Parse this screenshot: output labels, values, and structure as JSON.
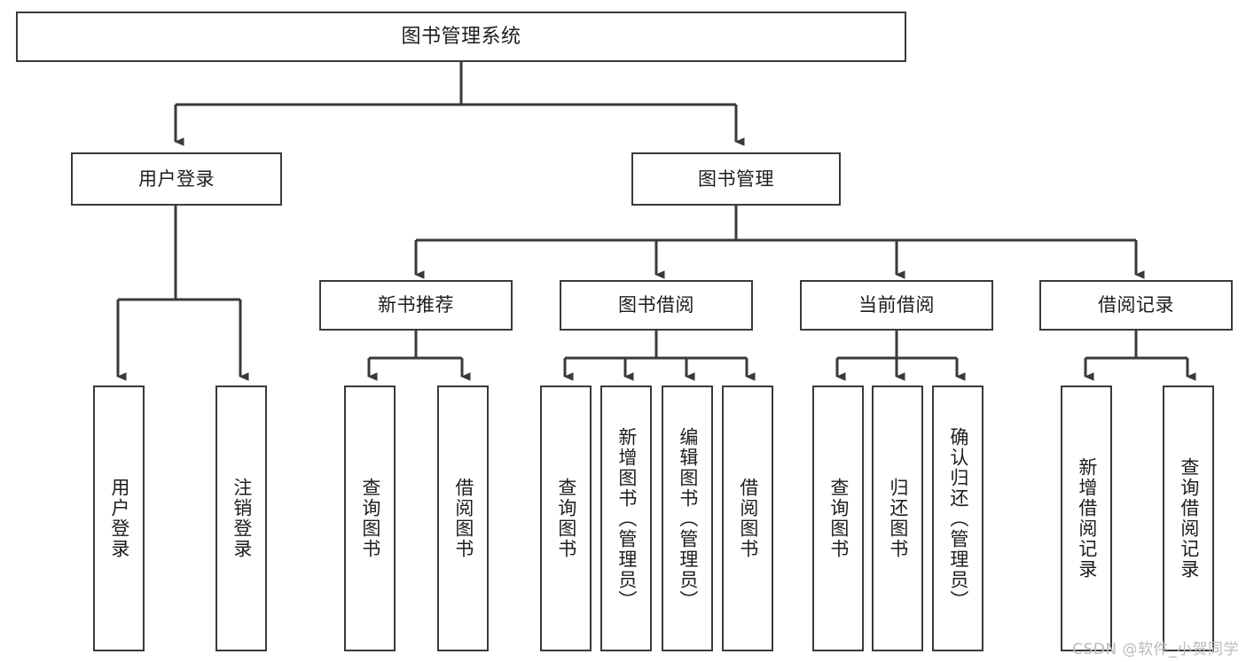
{
  "diagram": {
    "type": "tree",
    "title": "图书管理系统",
    "watermark": "CSDN @软件_小贺同学",
    "colors": {
      "box_border": "#3a3a3a",
      "box_fill": "#ffffff",
      "connector": "#3a3a3a",
      "text": "#1d1d1d",
      "watermark": "#b9b9b9"
    },
    "root": {
      "label": "图书管理系统"
    },
    "level1": [
      {
        "label": "用户登录"
      },
      {
        "label": "图书管理"
      }
    ],
    "level2": [
      {
        "label": "新书推荐"
      },
      {
        "label": "图书借阅"
      },
      {
        "label": "当前借阅"
      },
      {
        "label": "借阅记录"
      }
    ],
    "leaves": {
      "user_login": [
        {
          "label": "用户登录"
        },
        {
          "label": "注销登录"
        }
      ],
      "new_book_recommend": [
        {
          "label": "查询图书"
        },
        {
          "label": "借阅图书"
        }
      ],
      "book_borrow": [
        {
          "label": "查询图书"
        },
        {
          "label": "新增图书（管理员）"
        },
        {
          "label": "编辑图书（管理员）"
        },
        {
          "label": "借阅图书"
        }
      ],
      "current_borrow": [
        {
          "label": "查询图书"
        },
        {
          "label": "归还图书"
        },
        {
          "label": "确认归还（管理员）"
        }
      ],
      "borrow_record": [
        {
          "label": "新增借阅记录"
        },
        {
          "label": "查询借阅记录"
        }
      ]
    }
  }
}
